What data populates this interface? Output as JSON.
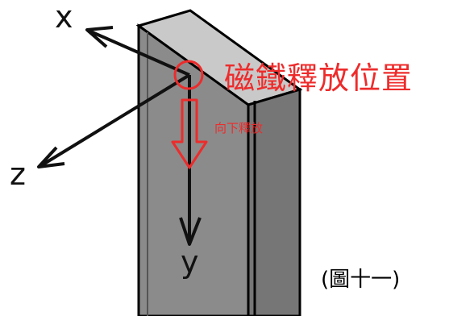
{
  "labels": {
    "axis_x": "x",
    "axis_y": "y",
    "axis_z": "z",
    "release_position": "磁鐵釋放位置",
    "release_downward": "向下釋放",
    "figure_caption": "(圖十一)"
  },
  "colors": {
    "annotation": "#ee2b2b",
    "axis": "#111111",
    "bar_front": "#8b8b8b",
    "bar_side": "#757575",
    "bar_top": "#c9c9c9"
  }
}
